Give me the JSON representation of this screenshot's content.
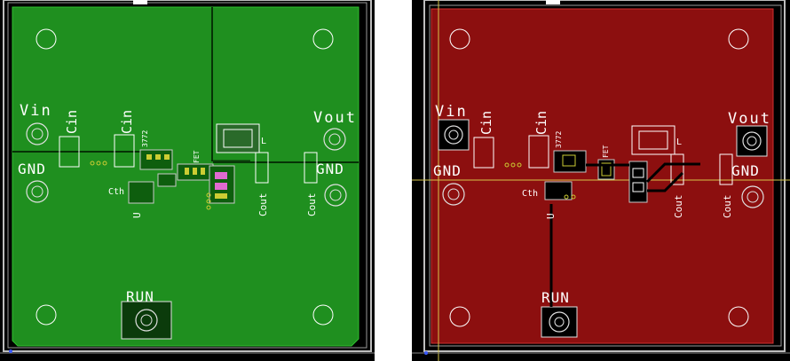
{
  "views": {
    "left": {
      "layer": "bottom copper",
      "labels": {
        "vin": "Vin",
        "gnd_left": "GND",
        "vout": "Vout",
        "gnd_right": "GND",
        "run": "RUN",
        "cin_1": "Cin",
        "cin_2": "Cin",
        "cout_1": "Cout",
        "cout_2": "Cout",
        "chip": "3772",
        "fet": "FET",
        "inductor": "L",
        "cth": "Cth",
        "u_ref": "U"
      }
    },
    "right": {
      "layer": "top copper",
      "labels": {
        "vin": "Vin",
        "gnd_left": "GND",
        "vout": "Vout",
        "gnd_right": "GND",
        "run": "RUN",
        "cin_1": "Cin",
        "cin_2": "Cin",
        "cout_1": "Cout",
        "cout_2": "Cout",
        "chip": "3772",
        "fet": "FET",
        "inductor": "L",
        "cth": "Cth",
        "u_ref": "U"
      }
    }
  },
  "colors": {
    "background": "#000000",
    "copper_bottom": "#1f8f1f",
    "copper_top": "#8c0f0f",
    "silkscreen": "#f2f2f2",
    "outline": "#c8c8c8",
    "pad": "#cccc33",
    "crosshair": "#d6c64a",
    "marker": "#ffffff"
  }
}
